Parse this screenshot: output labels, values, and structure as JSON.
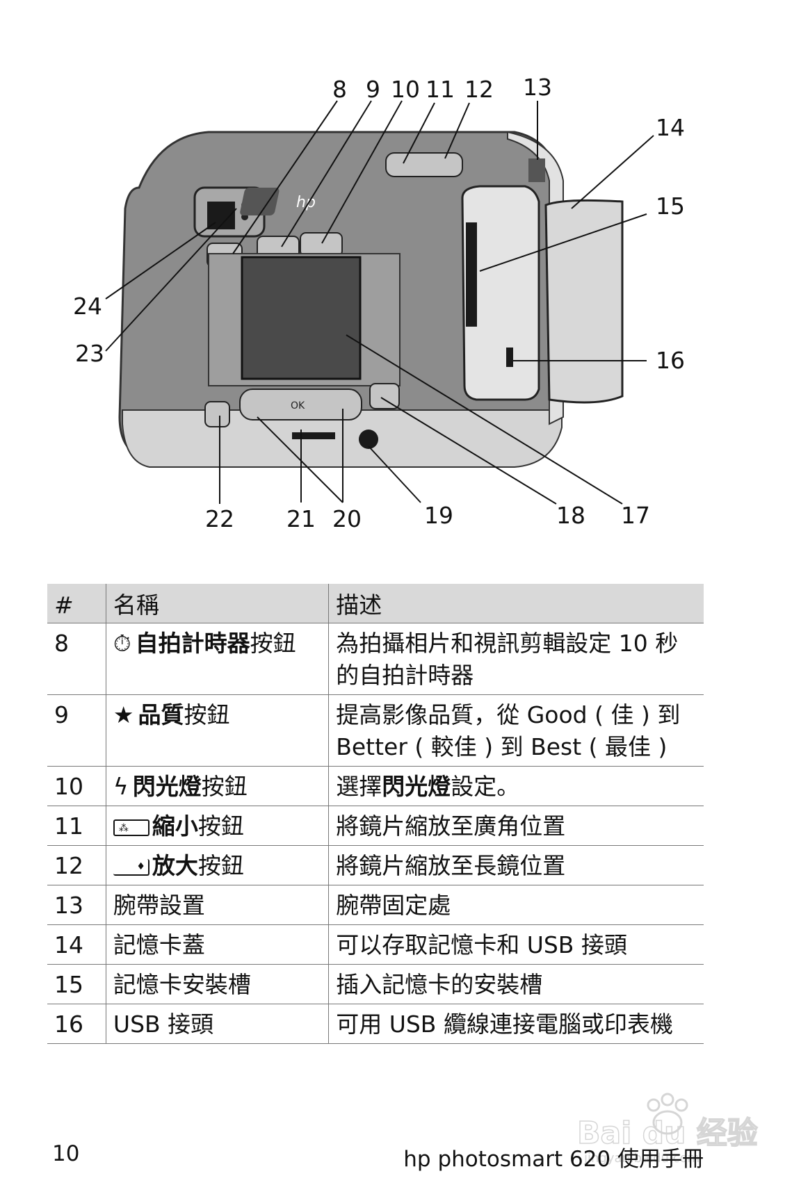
{
  "figure": {
    "logo": "hp",
    "ok_label": "OK",
    "callouts": [
      "8",
      "9",
      "10",
      "11",
      "12",
      "13",
      "14",
      "15",
      "16",
      "17",
      "18",
      "19",
      "20",
      "21",
      "22",
      "23",
      "24"
    ]
  },
  "table": {
    "headers": [
      "#",
      "名稱",
      "描述"
    ],
    "rows": [
      {
        "num": "8",
        "icon": "timer-icon",
        "name_bold": "自拍計時器",
        "name_rest": "按鈕",
        "desc": "為拍攝相片和視訊剪輯設定 10 秒的自拍計時器"
      },
      {
        "num": "9",
        "icon": "star-icon",
        "name_bold": "品質",
        "name_rest": "按鈕",
        "desc": "提高影像品質，從 Good ( 佳 ) 到 Better ( 較佳 ) 到 Best ( 最佳 )"
      },
      {
        "num": "10",
        "icon": "flash-icon",
        "name_bold": "閃光燈",
        "name_rest": "按鈕",
        "desc_pre": "選擇",
        "desc_bold": "閃光燈",
        "desc_post": "設定。"
      },
      {
        "num": "11",
        "icon": "zoom-out-icon",
        "name_bold": "縮小",
        "name_rest": "按鈕",
        "desc": "將鏡片縮放至廣角位置"
      },
      {
        "num": "12",
        "icon": "zoom-in-icon",
        "name_bold": "放大",
        "name_rest": "按鈕",
        "desc": "將鏡片縮放至長鏡位置"
      },
      {
        "num": "13",
        "name": "腕帶設置",
        "desc": "腕帶固定處"
      },
      {
        "num": "14",
        "name": "記憶卡蓋",
        "desc": "可以存取記憶卡和 USB 接頭"
      },
      {
        "num": "15",
        "name": "記憶卡安裝槽",
        "desc": "插入記憶卡的安裝槽"
      },
      {
        "num": "16",
        "name": "USB 接頭",
        "desc": "可用 USB 纜線連接電腦或印表機"
      }
    ]
  },
  "footer": {
    "page_number": "10",
    "title": "hp photosmart 620 使用手冊"
  },
  "watermark": {
    "text": "Bai du 经验",
    "url": "jingyan.baidu.com"
  }
}
